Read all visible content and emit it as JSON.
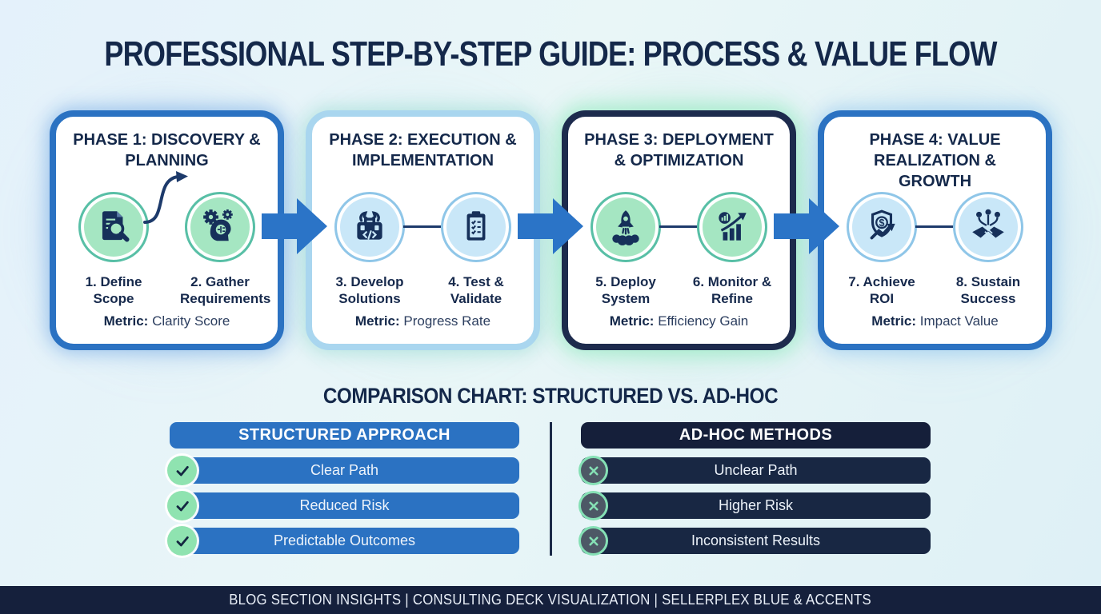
{
  "page_title": "PROFESSIONAL STEP-BY-STEP GUIDE: PROCESS & VALUE FLOW",
  "phases": [
    {
      "title": "PHASE 1: DISCOVERY & PLANNING",
      "steps": [
        {
          "label": "1. Define Scope",
          "icon": "document-search-icon"
        },
        {
          "label": "2. Gather Requirements",
          "icon": "head-gears-icon"
        }
      ],
      "metric_label": "Metric:",
      "metric_value": "Clarity Score"
    },
    {
      "title": "PHASE 2: EXECUTION & IMPLEMENTATION",
      "steps": [
        {
          "label": "3. Develop Solutions",
          "icon": "toolbox-code-icon"
        },
        {
          "label": "4. Test & Validate",
          "icon": "clipboard-checklist-icon"
        }
      ],
      "metric_label": "Metric:",
      "metric_value": "Progress Rate"
    },
    {
      "title": "PHASE 3: DEPLOYMENT & OPTIMIZATION",
      "steps": [
        {
          "label": "5. Deploy System",
          "icon": "rocket-launch-icon"
        },
        {
          "label": "6. Monitor & Refine",
          "icon": "growth-chart-icon"
        }
      ],
      "metric_label": "Metric:",
      "metric_value": "Efficiency Gain"
    },
    {
      "title": "PHASE 4: VALUE REALIZATION & GROWTH",
      "steps": [
        {
          "label": "7. Achieve ROI",
          "icon": "shield-roi-icon"
        },
        {
          "label": "8. Sustain Success",
          "icon": "handshake-network-icon"
        }
      ],
      "metric_label": "Metric:",
      "metric_value": "Impact Value"
    }
  ],
  "comparison": {
    "title": "COMPARISON CHART: STRUCTURED VS. AD-HOC",
    "structured": {
      "header": "STRUCTURED APPROACH",
      "items": [
        "Clear Path",
        "Reduced Risk",
        "Predictable Outcomes"
      ]
    },
    "adhoc": {
      "header": "AD-HOC METHODS",
      "items": [
        "Unclear Path",
        "Higher Risk",
        "Inconsistent Results"
      ]
    }
  },
  "footer": "BLOG SECTION INSIGHTS | CONSULTING DECK VISUALIZATION | SELLERPLEX BLUE & ACCENTS",
  "colors": {
    "primary_blue": "#2B72C2",
    "dark_navy": "#15203C",
    "row_navy": "#182743",
    "text_navy": "#14284A",
    "mint": "#A5E6C2",
    "teal_ring": "#58BFA6",
    "sky": "#C9E7F8",
    "sky_ring": "#8FC6E8",
    "check_green": "#8FE3B0",
    "cross_gray": "#4D5866"
  }
}
